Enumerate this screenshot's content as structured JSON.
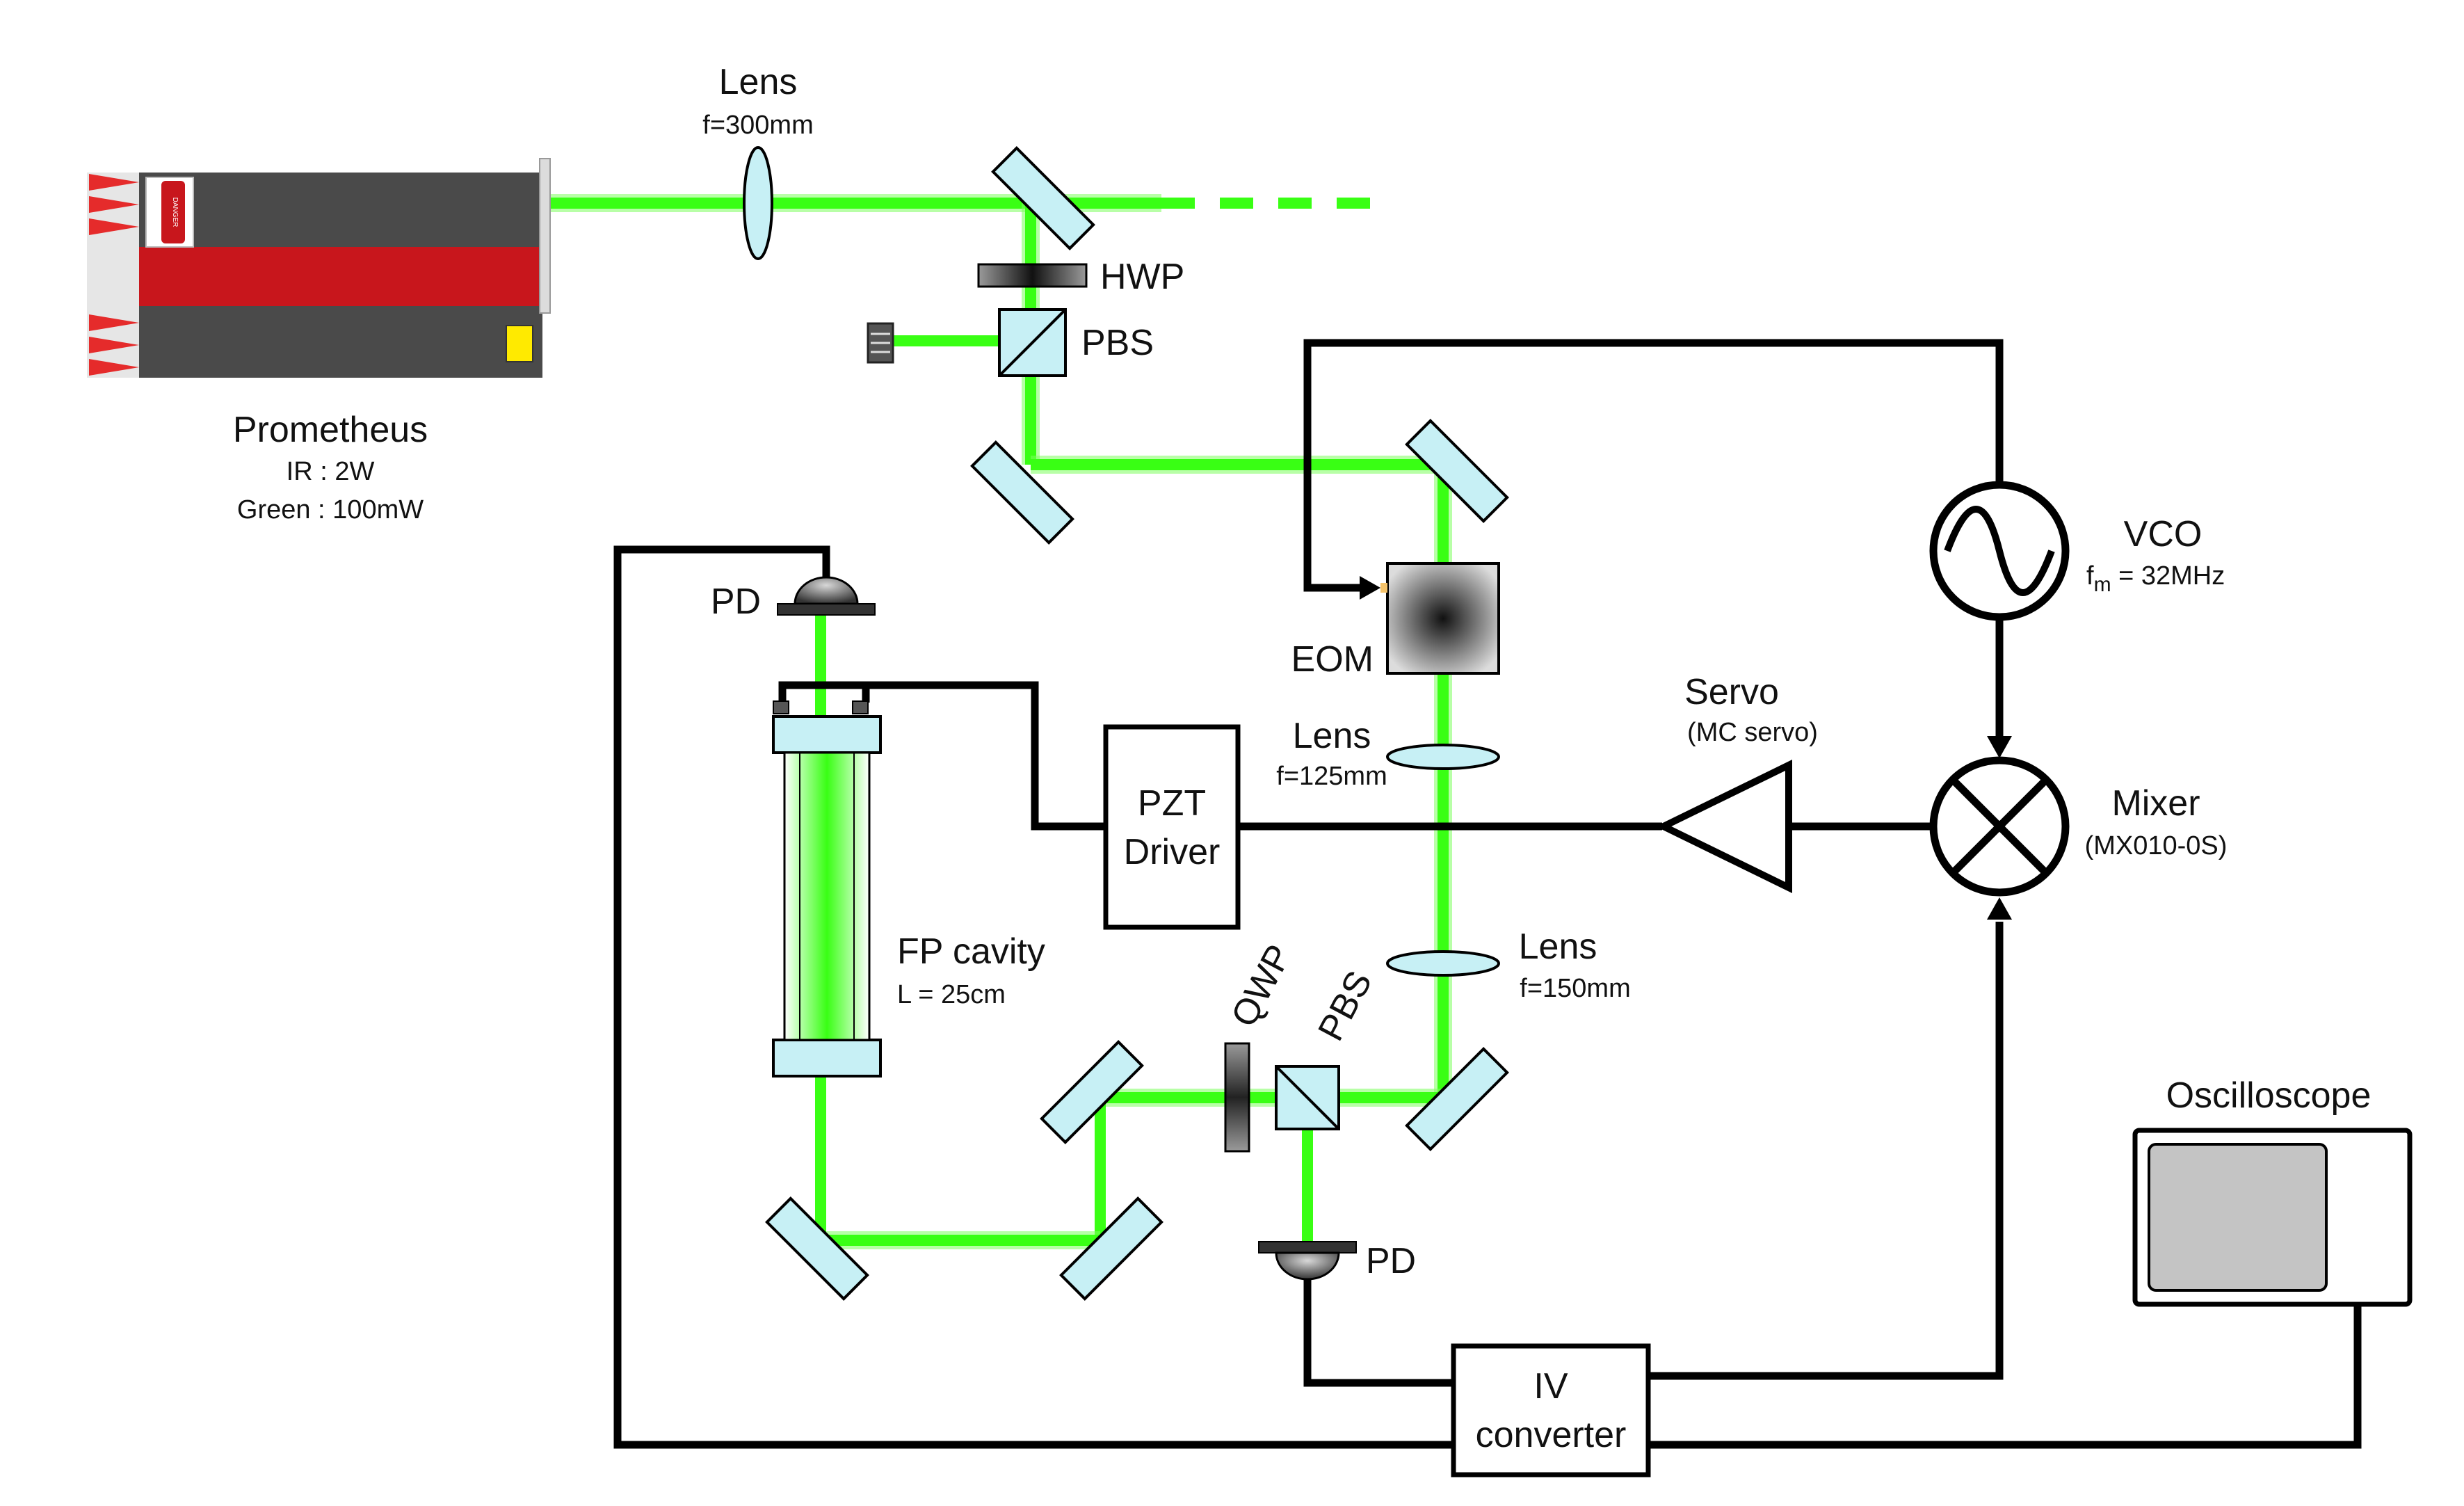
{
  "laser": {
    "name": "Prometheus",
    "spec_ir": "IR : 2W",
    "spec_green": "Green : 100mW",
    "badge_text": "DANGER"
  },
  "lens1": {
    "title": "Lens",
    "focal": "f=300mm"
  },
  "lens2": {
    "title": "Lens",
    "focal": "f=125mm"
  },
  "lens3": {
    "title": "Lens",
    "focal": "f=150mm"
  },
  "hwp": "HWP",
  "pbs_top": "PBS",
  "pbs_bottom": "PBS",
  "qwp": "QWP",
  "eom": "EOM",
  "pd_top": "PD",
  "pd_bottom": "PD",
  "cavity": {
    "title": "FP cavity",
    "length": "L = 25cm"
  },
  "pzt": {
    "line1": "PZT",
    "line2": "Driver"
  },
  "servo": {
    "title": "Servo",
    "model": "(MC servo)"
  },
  "vco": {
    "title": "VCO",
    "freq_symbol": "f",
    "freq_sub": "m",
    "freq_value": " = 32MHz"
  },
  "mixer": {
    "title": "Mixer",
    "model": "(MX010-0S)"
  },
  "oscilloscope": "Oscilloscope",
  "iv": {
    "line1": "IV",
    "line2": "converter"
  },
  "colors": {
    "beam": "#39ff14",
    "optic": "#c7f0f5",
    "laser_red": "#c8161c",
    "laser_body": "#4a4a4a"
  }
}
